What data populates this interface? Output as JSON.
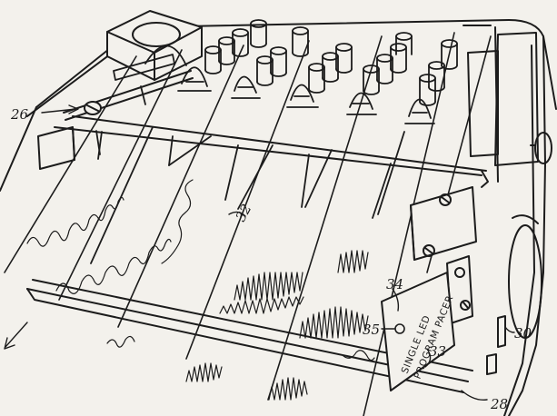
{
  "figure": {
    "reference_numerals": {
      "ref_26": "26",
      "ref_32": "32",
      "ref_34": "34",
      "ref_35": "35",
      "ref_33": "33",
      "ref_30": "30",
      "ref_28": "28"
    },
    "panel_label": {
      "line1": "SINGLE LED",
      "line2": "PROGRAM PACER"
    }
  }
}
